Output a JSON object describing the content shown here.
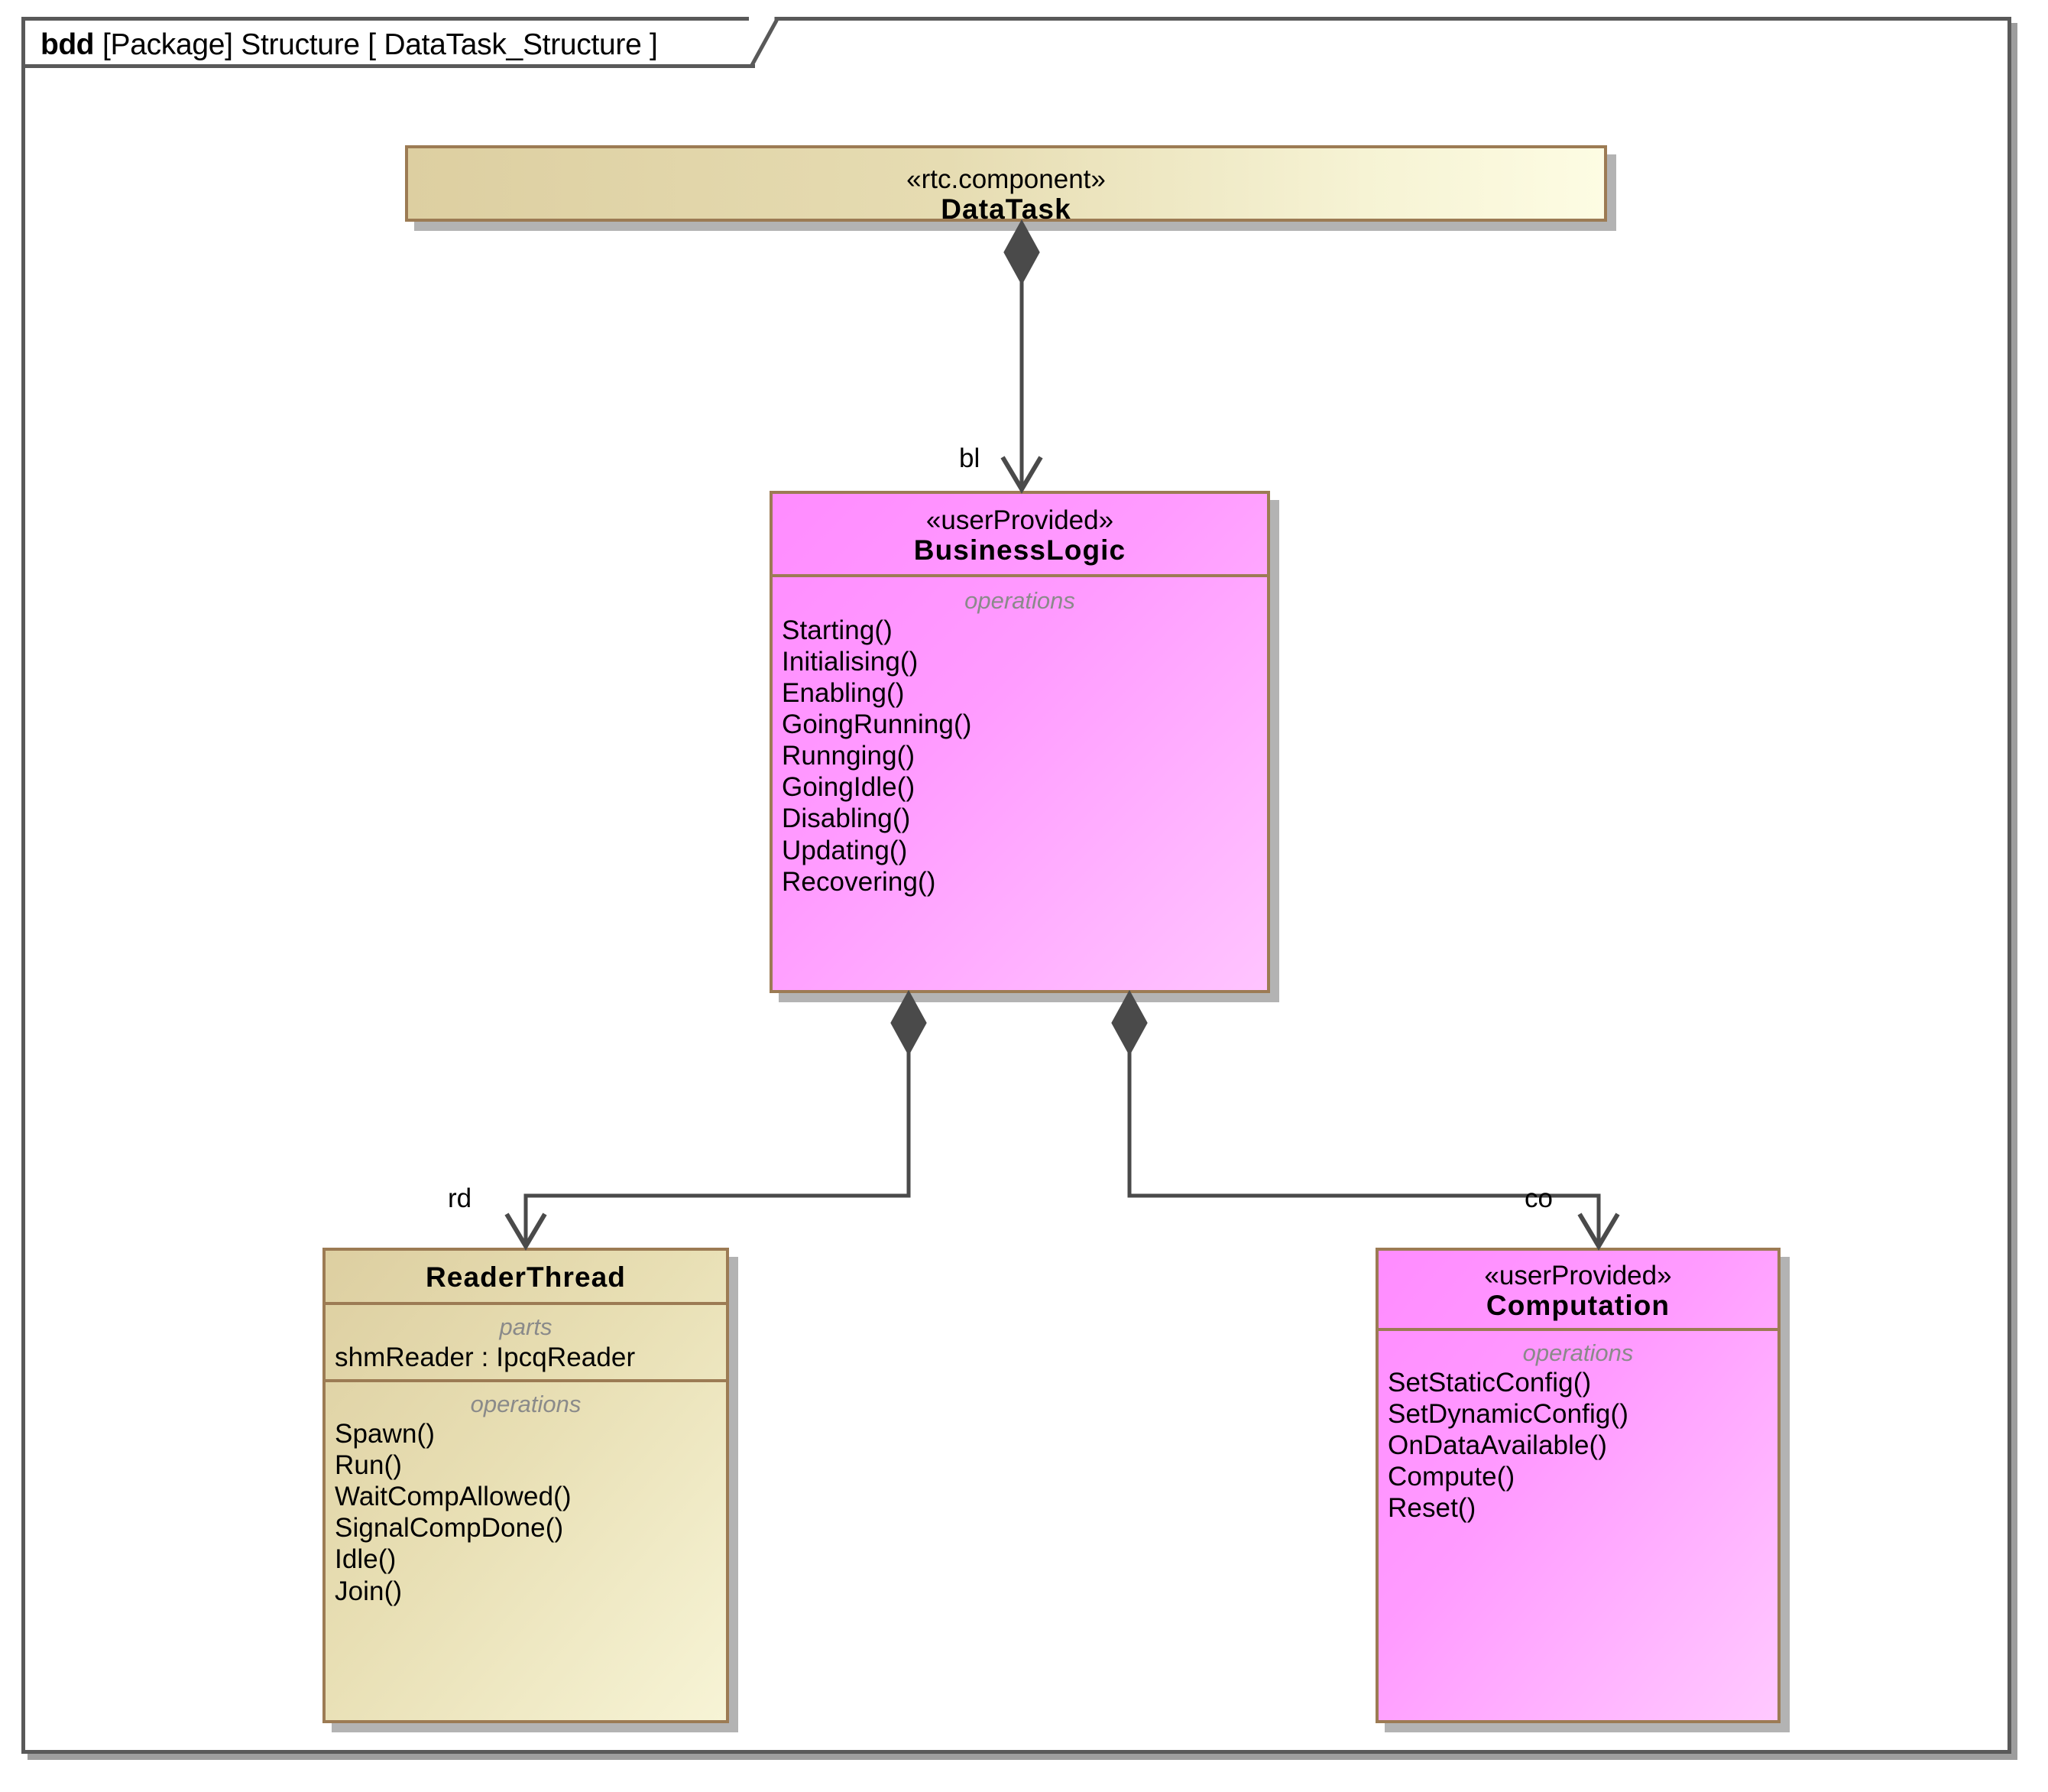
{
  "diagram": {
    "frame_kind": "bdd",
    "frame_heading_rest": "[Package] Structure [ DataTask_Structure ]",
    "colors": {
      "border_brown": "#9c7b54",
      "frame_gray": "#595959",
      "tan_fill": "#ddcfa1",
      "pink_fill": "#ff8cff",
      "connector_gray": "#4a4a4a",
      "compartment_label_gray": "#8a8a8a",
      "shadow_gray": "#b3b3b3"
    }
  },
  "blocks": {
    "datatask": {
      "stereotype": "«rtc.component»",
      "name": "DataTask",
      "compartments": []
    },
    "businesslogic": {
      "stereotype": "«userProvided»",
      "name": "BusinessLogic",
      "operations_label": "operations",
      "operations": [
        "Starting()",
        "Initialising()",
        "Enabling()",
        "GoingRunning()",
        "Runnging()",
        "GoingIdle()",
        "Disabling()",
        "Updating()",
        "Recovering()"
      ]
    },
    "readerthread": {
      "stereotype": "",
      "name": "ReaderThread",
      "parts_label": "parts",
      "parts": [
        "shmReader : IpcqReader"
      ],
      "operations_label": "operations",
      "operations": [
        "Spawn()",
        "Run()",
        "WaitCompAllowed()",
        "SignalCompDone()",
        "Idle()",
        "Join()"
      ]
    },
    "computation": {
      "stereotype": "«userProvided»",
      "name": "Computation",
      "operations_label": "operations",
      "operations": [
        "SetStaticConfig()",
        "SetDynamicConfig()",
        "OnDataAvailable()",
        "Compute()",
        "Reset()"
      ]
    }
  },
  "connectors": [
    {
      "id": "bl",
      "label": "bl",
      "from": "datatask",
      "to": "businesslogic",
      "kind": "composition"
    },
    {
      "id": "rd",
      "label": "rd",
      "from": "businesslogic",
      "to": "readerthread",
      "kind": "composition"
    },
    {
      "id": "co",
      "label": "co",
      "from": "businesslogic",
      "to": "computation",
      "kind": "composition"
    }
  ]
}
